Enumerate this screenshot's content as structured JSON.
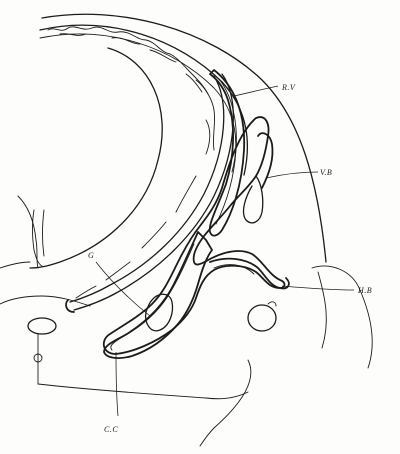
{
  "labels": {
    "rv": "R.V",
    "vb": "V.B",
    "hb": "H.B",
    "g": "G",
    "cc": "C.C"
  }
}
